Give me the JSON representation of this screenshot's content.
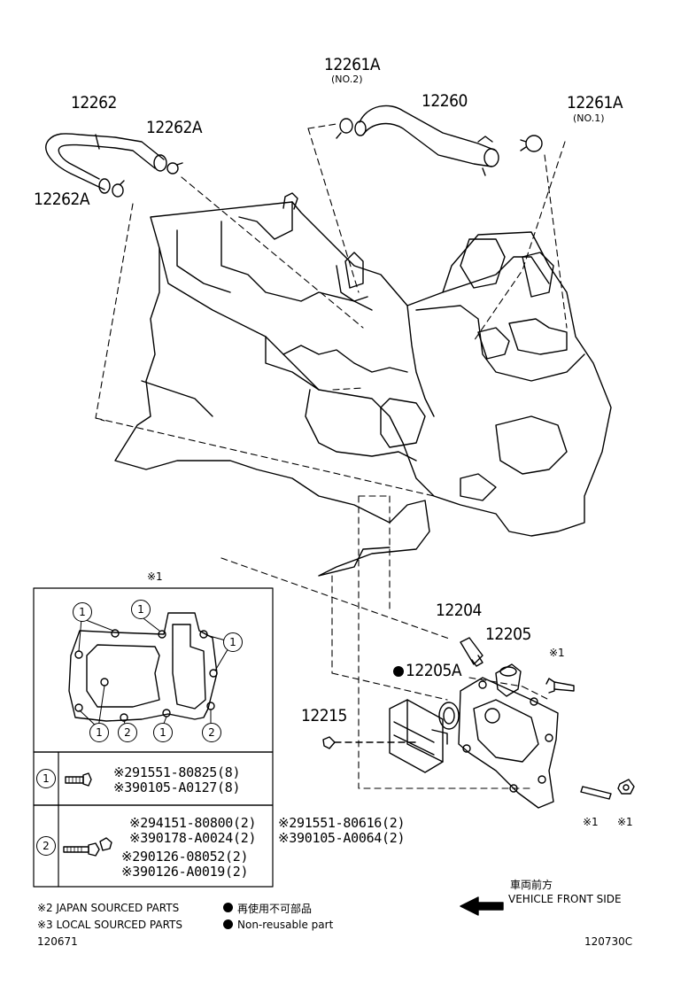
{
  "labels": {
    "p12262": "12262",
    "p12262a_top": "12262A",
    "p12262a_left": "12262A",
    "p12261a_no2": "12261A",
    "no2": "(NO.2)",
    "p12260": "12260",
    "p12261a_no1": "12261A",
    "no1": "(NO.1)",
    "p12204": "12204",
    "p12205": "12205",
    "p12205a": "12205A",
    "p12215": "12215",
    "ref1_mark": "※1",
    "ref1_small_a": "※1",
    "ref1_small_b": "※1",
    "ref1_small_c": "※1"
  },
  "gasket_callouts": {
    "one": "1",
    "two": "2"
  },
  "table": {
    "row1": {
      "key": "1",
      "line1": "※291551-80825(8)",
      "line2": "※390105-A0127(8)"
    },
    "row2": {
      "key": "2",
      "line1": "※294151-80800(2)",
      "line2": "※390178-A0024(2)",
      "line3": "※290126-08052(2)",
      "line4": "※390126-A0019(2)"
    }
  },
  "bolt_parts": {
    "line1": "※291551-80616(2)",
    "line2": "※390105-A0064(2)"
  },
  "legend": {
    "japan": "※2 JAPAN SOURCED PARTS",
    "local": "※3 LOCAL SOURCED PARTS",
    "reuse_jp": "再使用不可部品",
    "reuse_en": "Non-reusable part",
    "front_jp": "車両前方",
    "front_en": "VEHICLE FRONT SIDE"
  },
  "codes": {
    "left": "120671",
    "right": "120730C"
  }
}
